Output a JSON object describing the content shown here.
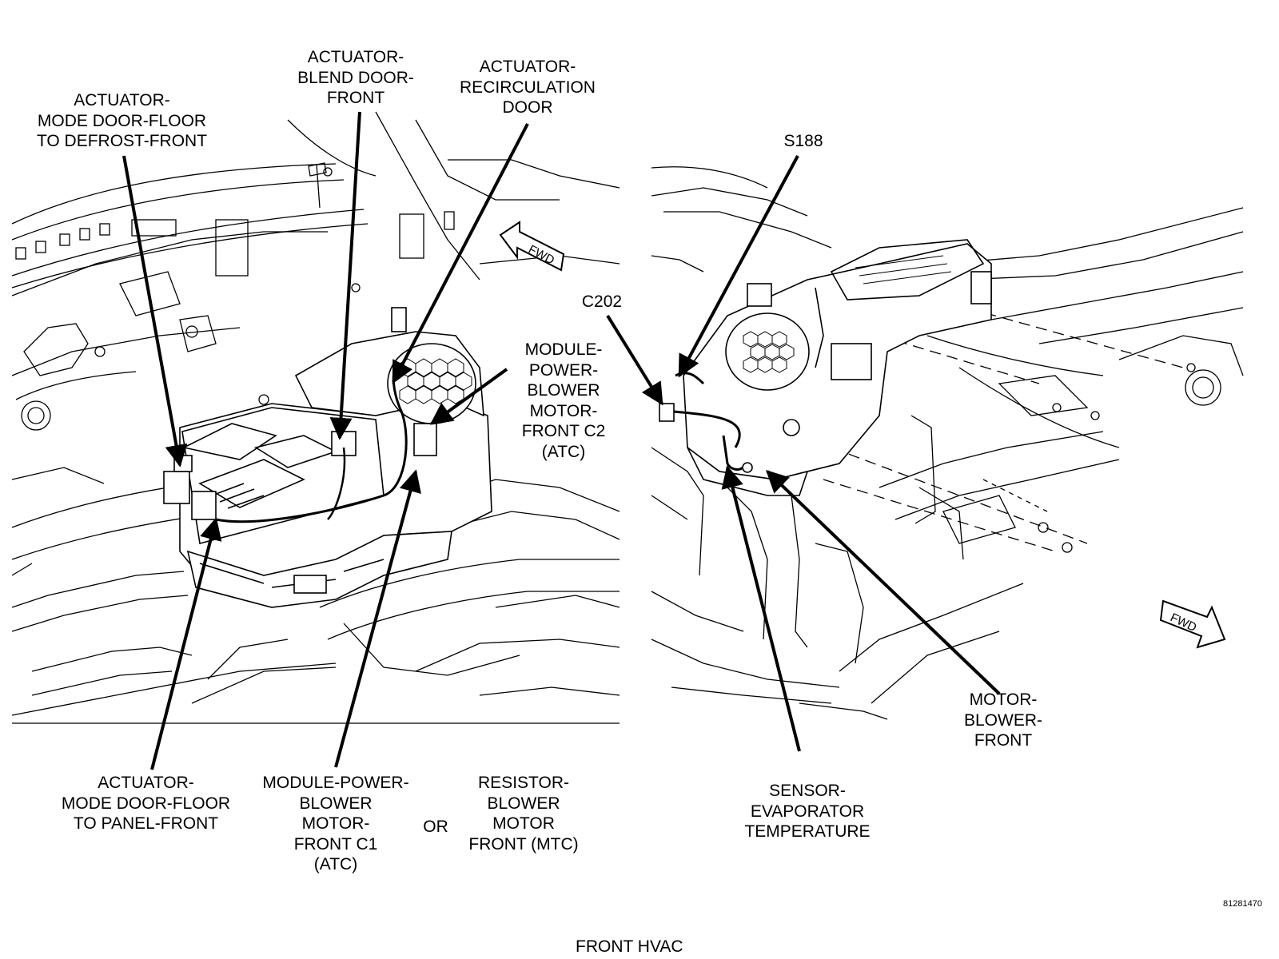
{
  "diagram": {
    "title": "FRONT HVAC",
    "figure_number": "81281470",
    "fwd_label": "FWD",
    "labels": {
      "mode_defrost": [
        "ACTUATOR-",
        "MODE DOOR-FLOOR",
        "TO DEFROST-FRONT"
      ],
      "blend_door": [
        "ACTUATOR-",
        "BLEND DOOR-",
        "FRONT"
      ],
      "recirc_door": [
        "ACTUATOR-",
        "RECIRCULATION",
        "DOOR"
      ],
      "module_c2": [
        "MODULE-",
        "POWER-",
        "BLOWER",
        "MOTOR-",
        "FRONT C2",
        "(ATC)"
      ],
      "mode_panel": [
        "ACTUATOR-",
        "MODE DOOR-FLOOR",
        "TO PANEL-FRONT"
      ],
      "module_c1": [
        "MODULE-POWER-",
        "BLOWER",
        "MOTOR-",
        "FRONT C1",
        "(ATC)"
      ],
      "or_word": "OR",
      "resistor": [
        "RESISTOR-",
        "BLOWER",
        "MOTOR",
        "FRONT (MTC)"
      ],
      "s188": "S188",
      "c202": "C202",
      "motor_blower": [
        "MOTOR-",
        "BLOWER-",
        "FRONT"
      ],
      "sensor_evap": [
        "SENSOR-",
        "EVAPORATOR",
        "TEMPERATURE"
      ]
    }
  }
}
